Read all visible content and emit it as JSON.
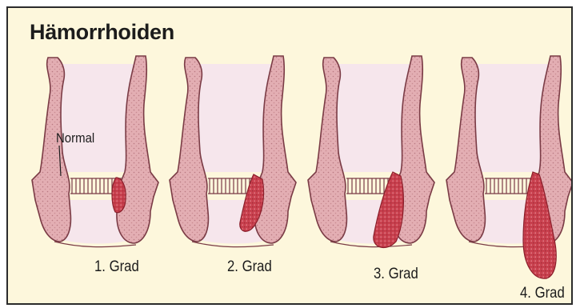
{
  "figure": {
    "title": "Hämorrhoiden",
    "normal_label": "Normal",
    "stages": [
      {
        "label": "1. Grad",
        "severity": 1
      },
      {
        "label": "2. Grad",
        "severity": 2
      },
      {
        "label": "3. Grad",
        "severity": 3
      },
      {
        "label": "4. Grad",
        "severity": 4
      }
    ]
  },
  "colors": {
    "background": "#fdf7dc",
    "lumen": "#f6e6ec",
    "tissue": "#e3aeb3",
    "tissue_outline": "#7a3b45",
    "hemorrhoid": "#c8404e",
    "text": "#1c1c1c"
  }
}
